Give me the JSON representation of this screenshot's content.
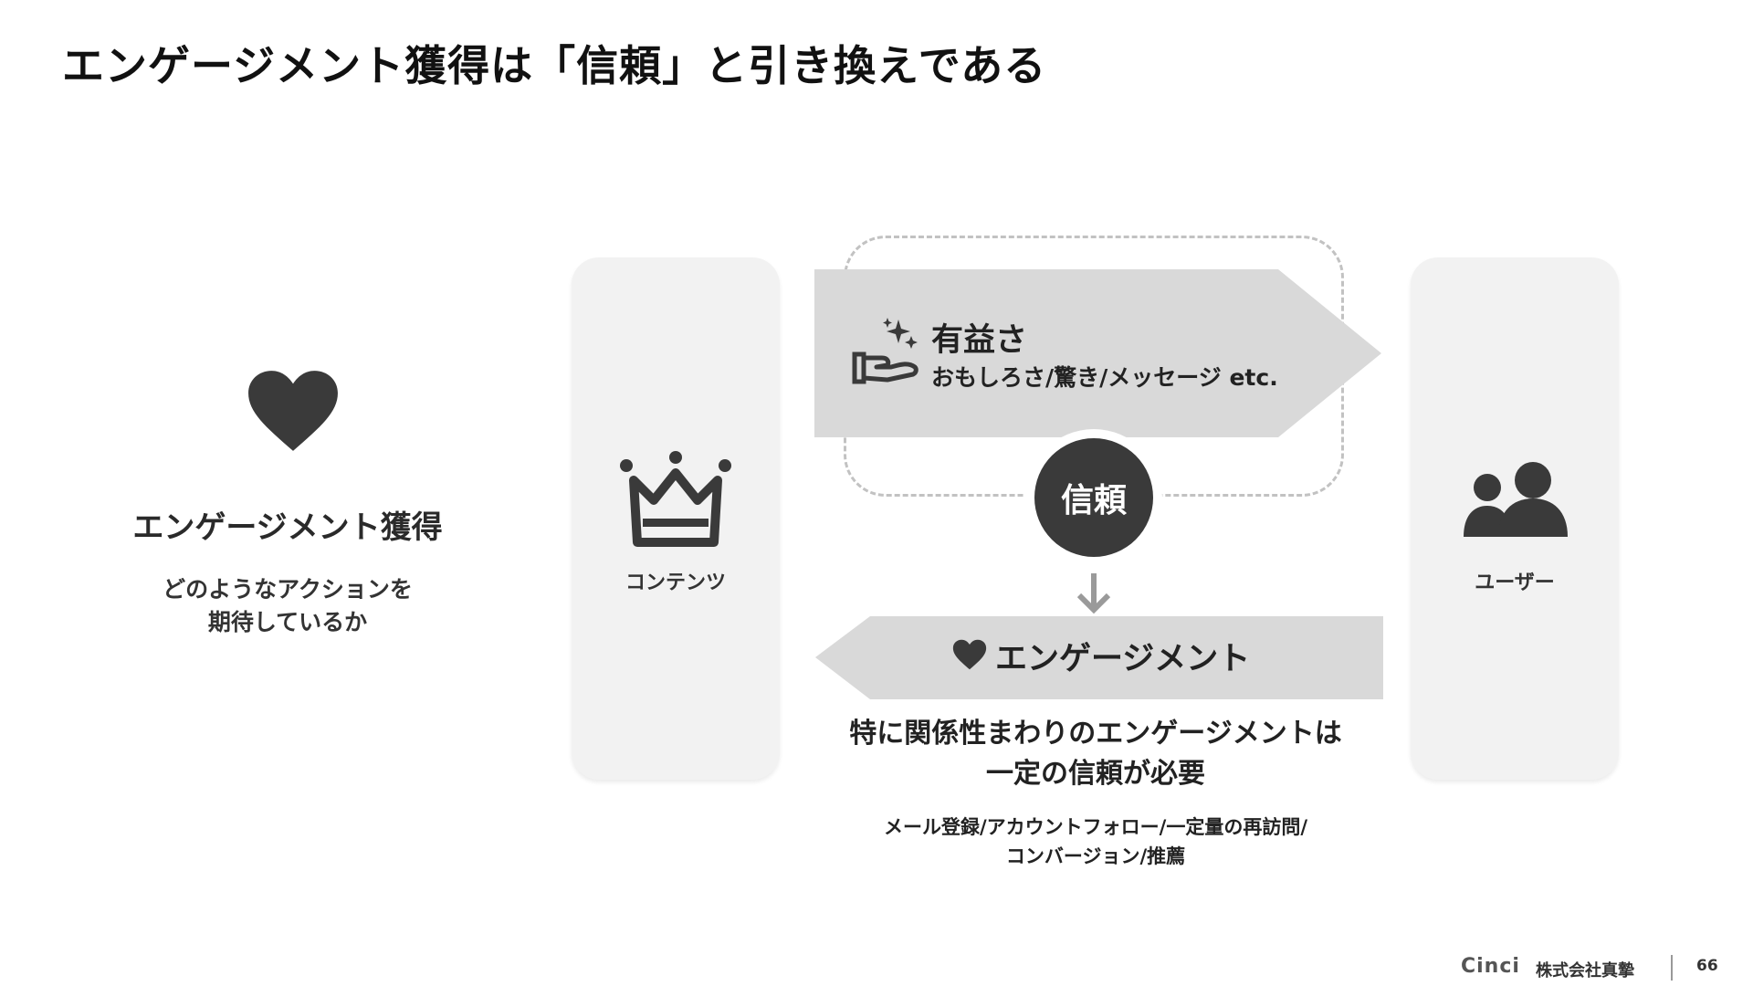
{
  "title": "エンゲージメント獲得は「信頼」と引き換えである",
  "left": {
    "heading": "エンゲージメント獲得",
    "description_lines": [
      "どのようなアクションを",
      "期待しているか"
    ],
    "icon": "heart-icon"
  },
  "content_card": {
    "label": "コンテンツ",
    "icon": "crown-icon"
  },
  "user_card": {
    "label": "ユーザー",
    "icon": "users-icon"
  },
  "value_arrow": {
    "title": "有益さ",
    "examples": "おもしろさ/驚き/メッセージ etc.",
    "icon": "hand-sparkle-icon"
  },
  "trust": {
    "label": "信頼"
  },
  "engagement_arrow": {
    "label": "エンゲージメント",
    "icon": "heart-icon"
  },
  "bottom": {
    "main_lines": [
      "特に関係性まわりのエンゲージメントは",
      "一定の信頼が必要"
    ],
    "sub_lines": [
      "メール登録/アカウントフォロー/一定量の再訪問/",
      "コンバージョン/推薦"
    ]
  },
  "footer": {
    "logo": "Cinci",
    "company": "株式会社真摯",
    "page": "66"
  },
  "colors": {
    "arrow_fill": "#d9d9d9",
    "card_fill": "#f2f2f2",
    "dark": "#3a3a3a",
    "dashed": "#c2c2c2"
  }
}
